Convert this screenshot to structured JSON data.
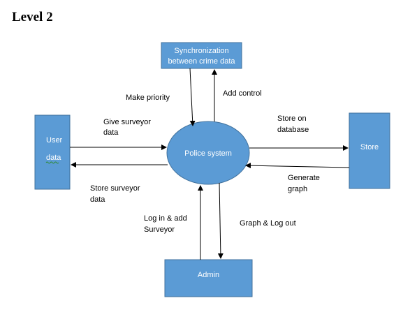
{
  "title": "Level 2",
  "nodes": {
    "sync": {
      "line1": "Synchronization",
      "line2": "between crime data"
    },
    "user": {
      "line1": "User",
      "line2": "data"
    },
    "police": {
      "label": "Police system"
    },
    "store": {
      "label": "Store"
    },
    "admin": {
      "label": "Admin"
    }
  },
  "flows": {
    "make_priority": {
      "line1": "Make priority"
    },
    "add_control": {
      "line1": "Add control"
    },
    "give_surveyor": {
      "line1": "Give surveyor",
      "line2": "data"
    },
    "store_surveyor": {
      "line1": "Store surveyor",
      "line2": "data"
    },
    "store_on_db": {
      "line1": "Store on",
      "line2": "database"
    },
    "generate_graph": {
      "line1": "Generate",
      "line2": "graph"
    },
    "login_add": {
      "line1": "Log in & add",
      "line2": "Surveyor"
    },
    "graph_logout": {
      "line1": "Graph & Log out"
    }
  },
  "colors": {
    "node_fill": "#5b9bd5",
    "node_stroke": "#41719c",
    "arrow": "#000000",
    "squiggle": "#2e8b2e"
  }
}
